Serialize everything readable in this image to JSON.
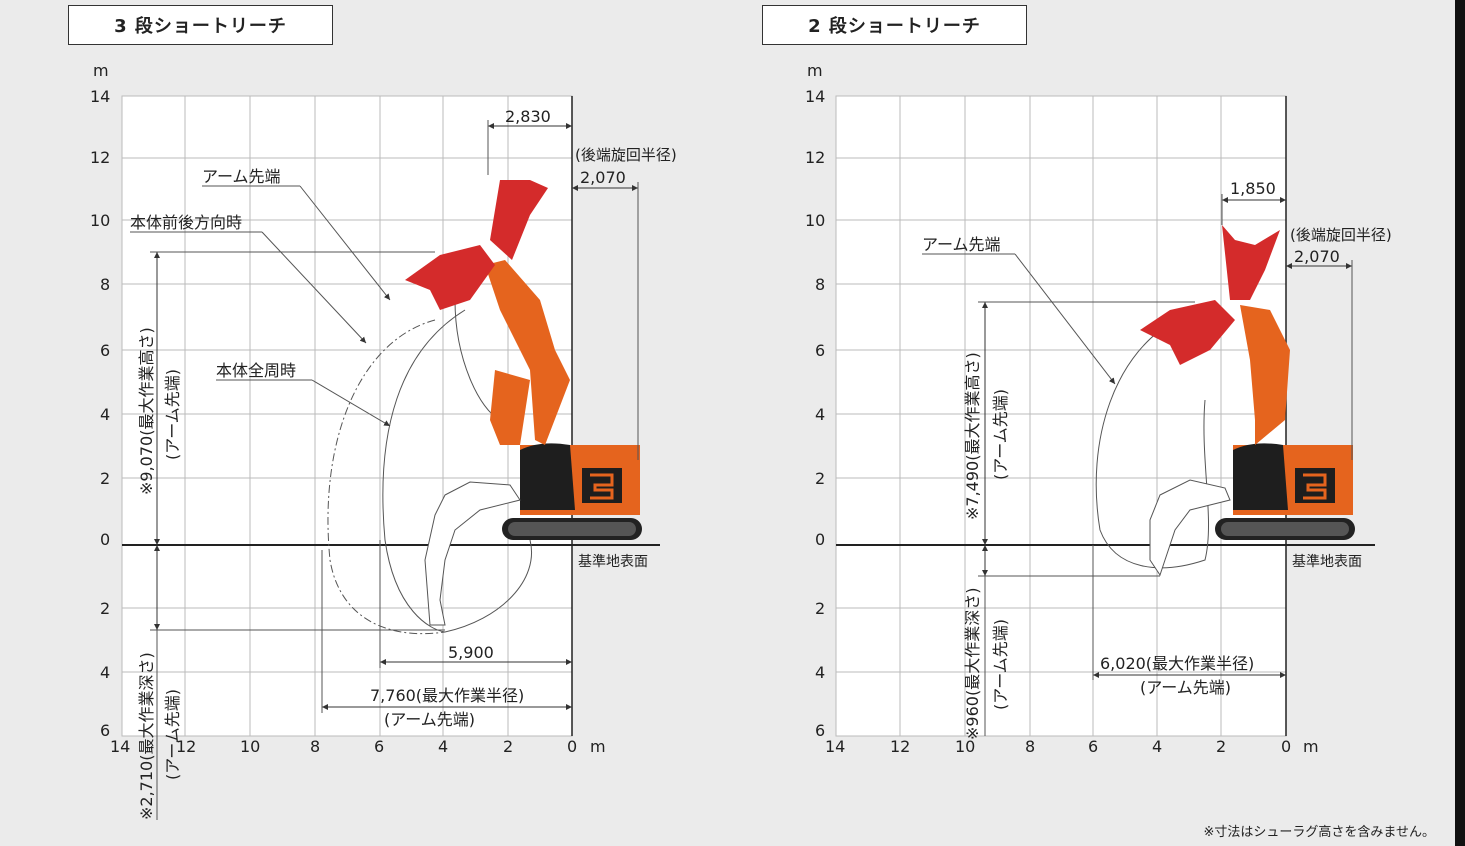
{
  "left": {
    "title": "3 段ショートリーチ",
    "unit": "m",
    "y_ticks_up": [
      "14",
      "12",
      "10",
      "8",
      "6",
      "4",
      "2",
      "0"
    ],
    "y_ticks_down": [
      "2",
      "4",
      "6"
    ],
    "x_ticks": [
      "14",
      "12",
      "10",
      "8",
      "6",
      "4",
      "2",
      "0"
    ],
    "x_unit": "m",
    "dim_top": "2,830",
    "tail_radius_label": "(後端旋回半径)",
    "tail_radius": "2,070",
    "label_arm_tip": "アーム先端",
    "label_front_back": "本体前後方向時",
    "label_full_circle": "本体全周時",
    "ground_label": "基準地表面",
    "dim_5900": "5,900",
    "dim_max_radius": "7,760(最大作業半径)",
    "dim_max_radius_sub": "(アーム先端)",
    "max_height": "※9,070(最大作業高さ)",
    "max_height_sub": "(アーム先端)",
    "max_depth": "※2,710(最大作業深さ)",
    "max_depth_sub": "(アーム先端)"
  },
  "right": {
    "title": "2 段ショートリーチ",
    "unit": "m",
    "y_ticks_up": [
      "14",
      "12",
      "10",
      "8",
      "6",
      "4",
      "2",
      "0"
    ],
    "y_ticks_down": [
      "2",
      "4",
      "6"
    ],
    "x_ticks": [
      "14",
      "12",
      "10",
      "8",
      "6",
      "4",
      "2",
      "0"
    ],
    "x_unit": "m",
    "dim_top": "1,850",
    "tail_radius_label": "(後端旋回半径)",
    "tail_radius": "2,070",
    "label_arm_tip": "アーム先端",
    "ground_label": "基準地表面",
    "dim_max_radius": "6,020(最大作業半径)",
    "dim_max_radius_sub": "(アーム先端)",
    "max_height": "※7,490(最大作業高さ)",
    "max_height_sub": "(アーム先端)",
    "max_depth": "※960(最大作業深さ)",
    "max_depth_sub": "(アーム先端)"
  },
  "footnote": "※寸法はシューラグ高さを含みません。",
  "colors": {
    "background": "#ebebeb",
    "excavator_orange": "#e5641e",
    "crusher_red": "#d42b2b",
    "cab_black": "#1e1e1e"
  }
}
